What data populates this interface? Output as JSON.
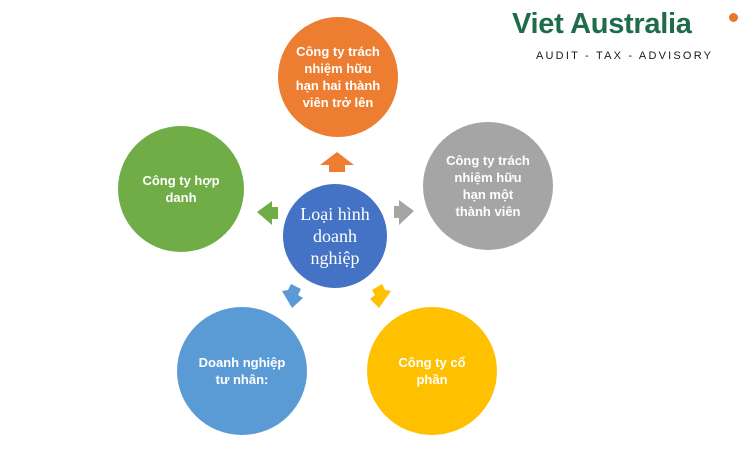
{
  "logo": {
    "brand": "Viet Australia",
    "tagline": "AUDIT - TAX - ADVISORY"
  },
  "diagram": {
    "center": "Loại hình\ndoanh\nnghiệp",
    "nodes": {
      "top": "Công ty trách\nnhiệm hữu\nhạn hai thành\nviên trở lên",
      "right": "Công ty trách\nnhiệm hữu\nhạn một\nthành viên",
      "bottom_right": "Công ty cổ\nphần",
      "bottom_left": "Doanh nghiệp\ntư nhân:",
      "left": "Công ty hợp\ndanh"
    }
  },
  "colors": {
    "center": "#4472c4",
    "top": "#ed7d31",
    "right": "#a5a5a5",
    "bottom_right": "#ffc000",
    "bottom_left": "#5b9bd5",
    "left": "#70ad47",
    "brand_green": "#1f6b4d",
    "brand_dot": "#e8772e"
  }
}
